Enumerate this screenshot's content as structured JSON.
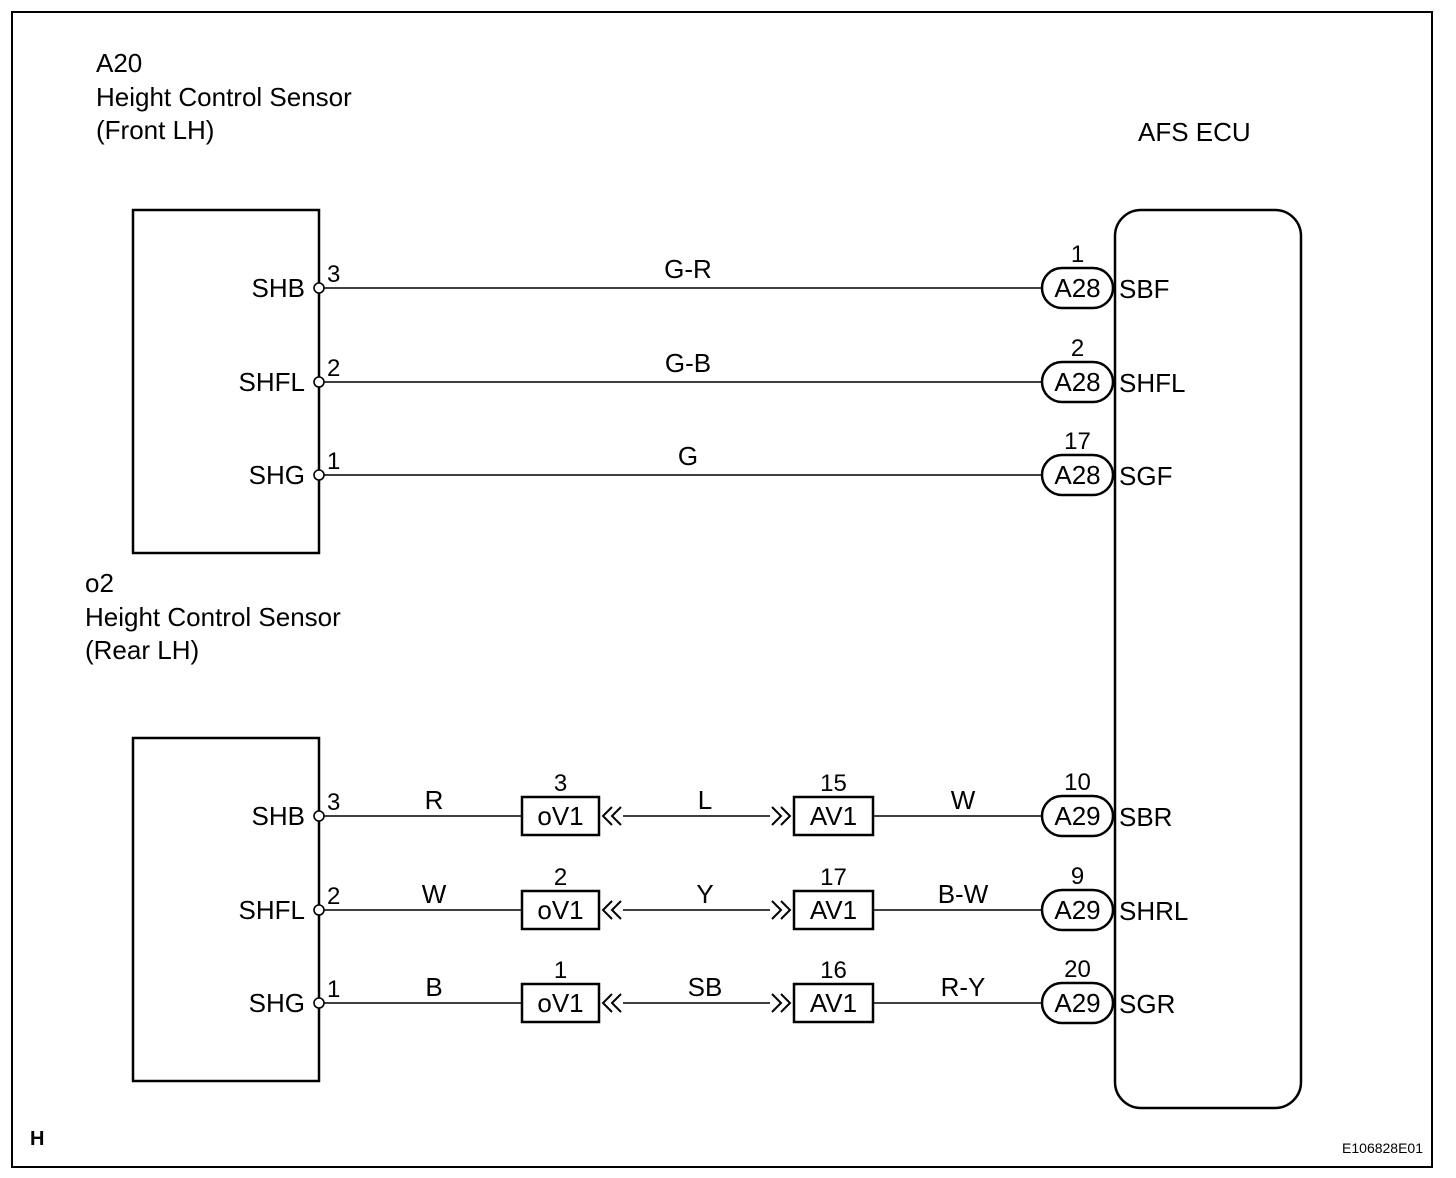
{
  "components": {
    "front_sensor": {
      "id": "A20",
      "name": "Height Control Sensor",
      "position": "(Front LH)"
    },
    "rear_sensor": {
      "id": "o2",
      "name": "Height Control Sensor",
      "position": "(Rear LH)"
    },
    "ecu": {
      "name": "AFS ECU"
    }
  },
  "front_circuits": [
    {
      "sensor_terminal": "SHB",
      "sensor_pin": "3",
      "wire_color": "G-R",
      "ecu_connector": "A28",
      "ecu_pin": "1",
      "ecu_terminal": "SBF"
    },
    {
      "sensor_terminal": "SHFL",
      "sensor_pin": "2",
      "wire_color": "G-B",
      "ecu_connector": "A28",
      "ecu_pin": "2",
      "ecu_terminal": "SHFL"
    },
    {
      "sensor_terminal": "SHG",
      "sensor_pin": "1",
      "wire_color": "G",
      "ecu_connector": "A28",
      "ecu_pin": "17",
      "ecu_terminal": "SGF"
    }
  ],
  "rear_circuits": [
    {
      "sensor_terminal": "SHB",
      "sensor_pin": "3",
      "wire1_color": "R",
      "junction1": "oV1",
      "junction1_pin": "3",
      "wire2_color": "L",
      "junction2": "AV1",
      "junction2_pin": "15",
      "wire3_color": "W",
      "ecu_connector": "A29",
      "ecu_pin": "10",
      "ecu_terminal": "SBR"
    },
    {
      "sensor_terminal": "SHFL",
      "sensor_pin": "2",
      "wire1_color": "W",
      "junction1": "oV1",
      "junction1_pin": "2",
      "wire2_color": "Y",
      "junction2": "AV1",
      "junction2_pin": "17",
      "wire3_color": "B-W",
      "ecu_connector": "A29",
      "ecu_pin": "9",
      "ecu_terminal": "SHRL"
    },
    {
      "sensor_terminal": "SHG",
      "sensor_pin": "1",
      "wire1_color": "B",
      "junction1": "oV1",
      "junction1_pin": "1",
      "wire2_color": "SB",
      "junction2": "AV1",
      "junction2_pin": "16",
      "wire3_color": "R-Y",
      "ecu_connector": "A29",
      "ecu_pin": "20",
      "ecu_terminal": "SGR"
    }
  ],
  "footer": {
    "corner_mark": "H",
    "figure_id": "E106828E01"
  }
}
